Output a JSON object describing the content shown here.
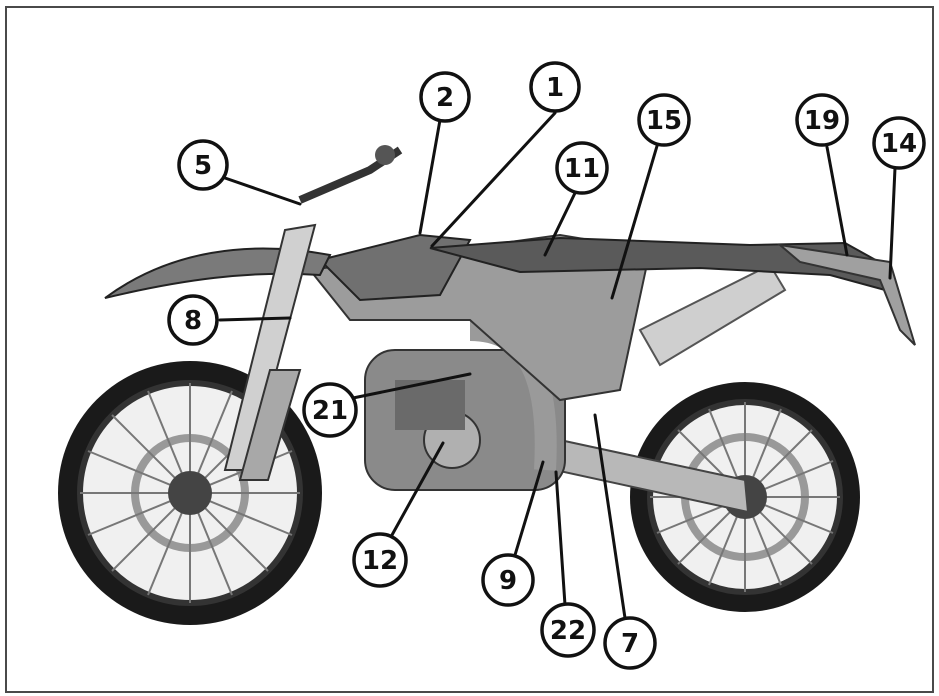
{
  "callouts": [
    {
      "id": "1",
      "label": "1"
    },
    {
      "id": "2",
      "label": "2"
    },
    {
      "id": "5",
      "label": "5"
    },
    {
      "id": "8",
      "label": "8"
    },
    {
      "id": "11",
      "label": "11"
    },
    {
      "id": "15",
      "label": "15"
    },
    {
      "id": "19",
      "label": "19"
    },
    {
      "id": "14",
      "label": "14"
    },
    {
      "id": "21",
      "label": "21"
    },
    {
      "id": "12",
      "label": "12"
    },
    {
      "id": "9",
      "label": "9"
    },
    {
      "id": "22",
      "label": "22"
    },
    {
      "id": "7",
      "label": "7"
    }
  ],
  "colors": {
    "body": "#6e6e6e",
    "dark": "#2a2a2a",
    "light": "#c4c4c4",
    "tire": "#1a1a1a"
  }
}
